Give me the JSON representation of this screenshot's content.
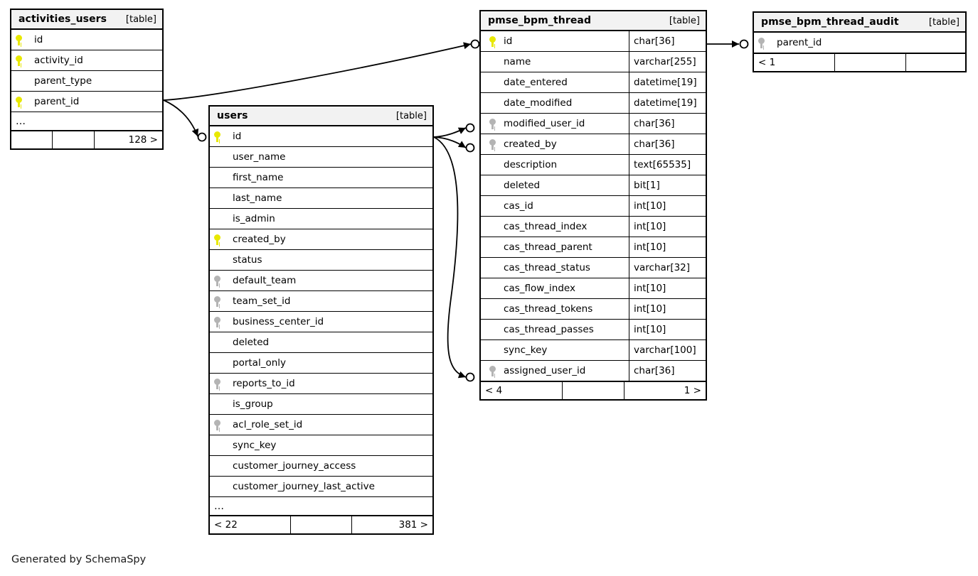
{
  "diagram": {
    "kind_label": "[table]",
    "ellipsis": "…",
    "generated_by": "Generated by SchemaSpy",
    "colors": {
      "primary_key": "#e8e800",
      "foreign_key": "#b4b4b4",
      "header_bg": "#f2f2f2",
      "border": "#000000",
      "background": "#ffffff"
    }
  },
  "tables": {
    "activities_users": {
      "name": "activities_users",
      "kind": "[table]",
      "columns": [
        {
          "name": "id",
          "key": "pk",
          "type": ""
        },
        {
          "name": "activity_id",
          "key": "pk",
          "type": ""
        },
        {
          "name": "parent_type",
          "key": "",
          "type": ""
        },
        {
          "name": "parent_id",
          "key": "pk",
          "type": ""
        }
      ],
      "has_more": true,
      "more_label": "…",
      "footer": {
        "left": "",
        "middle": "",
        "right": "128 >"
      }
    },
    "users": {
      "name": "users",
      "kind": "[table]",
      "columns": [
        {
          "name": "id",
          "key": "pk",
          "type": ""
        },
        {
          "name": "user_name",
          "key": "",
          "type": ""
        },
        {
          "name": "first_name",
          "key": "",
          "type": ""
        },
        {
          "name": "last_name",
          "key": "",
          "type": ""
        },
        {
          "name": "is_admin",
          "key": "",
          "type": ""
        },
        {
          "name": "created_by",
          "key": "pk",
          "type": ""
        },
        {
          "name": "status",
          "key": "",
          "type": ""
        },
        {
          "name": "default_team",
          "key": "fk",
          "type": ""
        },
        {
          "name": "team_set_id",
          "key": "fk",
          "type": ""
        },
        {
          "name": "business_center_id",
          "key": "fk",
          "type": ""
        },
        {
          "name": "deleted",
          "key": "",
          "type": ""
        },
        {
          "name": "portal_only",
          "key": "",
          "type": ""
        },
        {
          "name": "reports_to_id",
          "key": "fk",
          "type": ""
        },
        {
          "name": "is_group",
          "key": "",
          "type": ""
        },
        {
          "name": "acl_role_set_id",
          "key": "fk",
          "type": ""
        },
        {
          "name": "sync_key",
          "key": "",
          "type": ""
        },
        {
          "name": "customer_journey_access",
          "key": "",
          "type": ""
        },
        {
          "name": "customer_journey_last_active",
          "key": "",
          "type": ""
        }
      ],
      "has_more": true,
      "more_label": "…",
      "footer": {
        "left": "< 22",
        "middle": "",
        "right": "381 >"
      }
    },
    "pmse_bpm_thread": {
      "name": "pmse_bpm_thread",
      "kind": "[table]",
      "columns": [
        {
          "name": "id",
          "key": "pk",
          "type": "char[36]"
        },
        {
          "name": "name",
          "key": "",
          "type": "varchar[255]"
        },
        {
          "name": "date_entered",
          "key": "",
          "type": "datetime[19]"
        },
        {
          "name": "date_modified",
          "key": "",
          "type": "datetime[19]"
        },
        {
          "name": "modified_user_id",
          "key": "fk",
          "type": "char[36]"
        },
        {
          "name": "created_by",
          "key": "fk",
          "type": "char[36]"
        },
        {
          "name": "description",
          "key": "",
          "type": "text[65535]"
        },
        {
          "name": "deleted",
          "key": "",
          "type": "bit[1]"
        },
        {
          "name": "cas_id",
          "key": "",
          "type": "int[10]"
        },
        {
          "name": "cas_thread_index",
          "key": "",
          "type": "int[10]"
        },
        {
          "name": "cas_thread_parent",
          "key": "",
          "type": "int[10]"
        },
        {
          "name": "cas_thread_status",
          "key": "",
          "type": "varchar[32]"
        },
        {
          "name": "cas_flow_index",
          "key": "",
          "type": "int[10]"
        },
        {
          "name": "cas_thread_tokens",
          "key": "",
          "type": "int[10]"
        },
        {
          "name": "cas_thread_passes",
          "key": "",
          "type": "int[10]"
        },
        {
          "name": "sync_key",
          "key": "",
          "type": "varchar[100]"
        },
        {
          "name": "assigned_user_id",
          "key": "fk",
          "type": "char[36]"
        }
      ],
      "has_more": false,
      "more_label": "",
      "footer": {
        "left": "< 4",
        "middle": "",
        "right": "1 >"
      }
    },
    "pmse_bpm_thread_audit": {
      "name": "pmse_bpm_thread_audit",
      "kind": "[table]",
      "columns": [
        {
          "name": "parent_id",
          "key": "fk",
          "type": ""
        }
      ],
      "has_more": false,
      "more_label": "",
      "footer": {
        "left": "< 1",
        "middle": "",
        "right": ""
      }
    }
  },
  "relationships": [
    {
      "from": "activities_users.parent_id",
      "to": "pmse_bpm_thread.id"
    },
    {
      "from": "activities_users.parent_id",
      "to": "users.id"
    },
    {
      "from": "users.id",
      "to": "pmse_bpm_thread.modified_user_id"
    },
    {
      "from": "users.id",
      "to": "pmse_bpm_thread.created_by"
    },
    {
      "from": "users.id",
      "to": "pmse_bpm_thread.assigned_user_id"
    },
    {
      "from": "pmse_bpm_thread.id",
      "to": "pmse_bpm_thread_audit.parent_id"
    }
  ]
}
